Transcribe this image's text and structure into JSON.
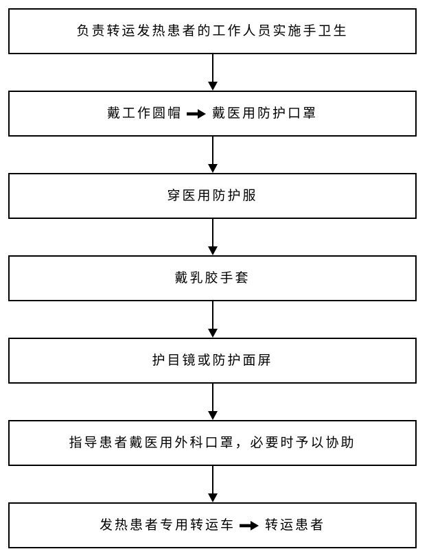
{
  "flowchart": {
    "steps": [
      {
        "text": "负责转运发热患者的工作人员实施手卫生"
      },
      {
        "left": "戴工作圆帽",
        "right": "戴医用防护口罩"
      },
      {
        "text": "穿医用防护服"
      },
      {
        "text": "戴乳胶手套"
      },
      {
        "text": "护目镜或防护面屏"
      },
      {
        "text": "指导患者戴医用外科口罩，必要时予以协助"
      },
      {
        "left": "发热患者专用转运车",
        "right": "转运患者"
      }
    ],
    "icons": {
      "connector": "down-arrow",
      "inline_separator": "right-arrow"
    },
    "colors": {
      "border": "#000000",
      "background": "#ffffff",
      "text": "#000000",
      "arrow": "#000000"
    }
  }
}
